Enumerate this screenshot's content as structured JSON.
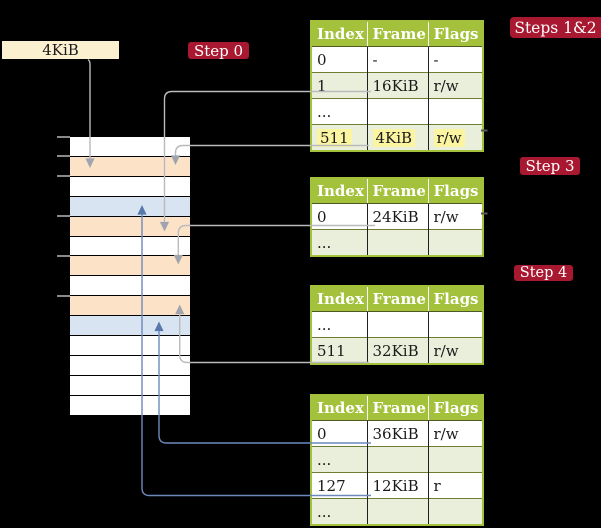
{
  "colors": {
    "background": "#000000",
    "badge_red": "#A81931",
    "badge_text": "#FFFFFF",
    "table_header_green": "#A3C13A",
    "table_row_green": "#E9EFDA",
    "table_row_white": "#FFFFFF",
    "highlight_yellow": "#FBF5A1",
    "frame_peach": "#FCE3C8",
    "frame_blue": "#D8E4F2",
    "frame_white": "#FFFFFF",
    "frame_label_bg": "#FBF0D0",
    "connector_gray": "#B9BABC",
    "connector_gray_head": "#A0A4AD",
    "connector_blue": "#6D89BC",
    "connector_blue_head": "#5877AC",
    "text_dark": "#1A1A1A"
  },
  "frame_box": {
    "label": "4KiB"
  },
  "step_labels": [
    {
      "label": "Step 0"
    },
    {
      "label": "Steps 1&2"
    },
    {
      "label": "Step 3"
    },
    {
      "label": "Step 4"
    }
  ],
  "memory": {
    "rows": [
      {
        "color": "white"
      },
      {
        "color": "peach"
      },
      {
        "color": "white"
      },
      {
        "color": "blue"
      },
      {
        "color": "peach"
      },
      {
        "color": "white"
      },
      {
        "color": "peach"
      },
      {
        "color": "white"
      },
      {
        "color": "peach"
      },
      {
        "color": "blue"
      },
      {
        "color": "white"
      },
      {
        "color": "white"
      },
      {
        "color": "white"
      },
      {
        "color": "white"
      }
    ]
  },
  "page_tables": [
    {
      "id": "steps12",
      "columns": [
        "Index",
        "Frame",
        "Flags"
      ],
      "rows": [
        {
          "cells": [
            "0",
            "-",
            "-"
          ],
          "shaded": false,
          "highlight": false
        },
        {
          "cells": [
            "1",
            "16KiB",
            "r/w"
          ],
          "shaded": true,
          "highlight": false
        },
        {
          "cells": [
            "...",
            "",
            ""
          ],
          "shaded": false,
          "highlight": false
        },
        {
          "cells": [
            "511",
            "4KiB",
            "r/w"
          ],
          "shaded": true,
          "highlight": true
        }
      ]
    },
    {
      "id": "step3",
      "columns": [
        "Index",
        "Frame",
        "Flags"
      ],
      "rows": [
        {
          "cells": [
            "0",
            "24KiB",
            "r/w"
          ],
          "shaded": false,
          "highlight": false
        },
        {
          "cells": [
            "...",
            "",
            ""
          ],
          "shaded": true,
          "highlight": false
        }
      ]
    },
    {
      "id": "step4-upper",
      "columns": [
        "Index",
        "Frame",
        "Flags"
      ],
      "rows": [
        {
          "cells": [
            "...",
            "",
            ""
          ],
          "shaded": false,
          "highlight": false
        },
        {
          "cells": [
            "511",
            "32KiB",
            "r/w"
          ],
          "shaded": true,
          "highlight": false
        }
      ]
    },
    {
      "id": "step4-lower",
      "columns": [
        "Index",
        "Frame",
        "Flags"
      ],
      "rows": [
        {
          "cells": [
            "0",
            "36KiB",
            "r/w"
          ],
          "shaded": false,
          "highlight": false
        },
        {
          "cells": [
            "...",
            "",
            ""
          ],
          "shaded": true,
          "highlight": false
        },
        {
          "cells": [
            "127",
            "12KiB",
            "r"
          ],
          "shaded": false,
          "highlight": false
        },
        {
          "cells": [
            "...",
            "",
            ""
          ],
          "shaded": true,
          "highlight": false
        }
      ]
    }
  ],
  "connectors": [
    {
      "id": "label-4kib-to-frame",
      "from": "frame-size-label 4KiB",
      "to": "memory frame 4KiB (row 2)",
      "color": "gray"
    },
    {
      "id": "pt1-entry-1-to-frame-16kib",
      "from": "table steps12 entry 1 (16KiB)",
      "to": "memory frame 16KiB (row 5)",
      "color": "gray"
    },
    {
      "id": "pt1-entry-511-to-frame-4kib",
      "from": "table steps12 entry 511 (4KiB)",
      "to": "memory frame 4KiB (row 2)",
      "color": "gray"
    },
    {
      "id": "pt2-entry-0-to-frame-24kib",
      "from": "table step3 entry 0 (24KiB)",
      "to": "memory frame 24KiB (row 7)",
      "color": "gray"
    },
    {
      "id": "pt3-entry-511-to-frame-32kib",
      "from": "table step4-upper entry 511 (32KiB)",
      "to": "memory frame 32KiB (row 9)",
      "color": "gray"
    },
    {
      "id": "pt4-entry-0-to-frame-36kib",
      "from": "table step4-lower entry 0 (36KiB)",
      "to": "memory frame 36KiB (row 10)",
      "color": "blue"
    },
    {
      "id": "pt4-entry-127-to-frame-12kib",
      "from": "table step4-lower entry 127 (12KiB)",
      "to": "memory frame 12KiB (row 4)",
      "color": "blue"
    }
  ]
}
